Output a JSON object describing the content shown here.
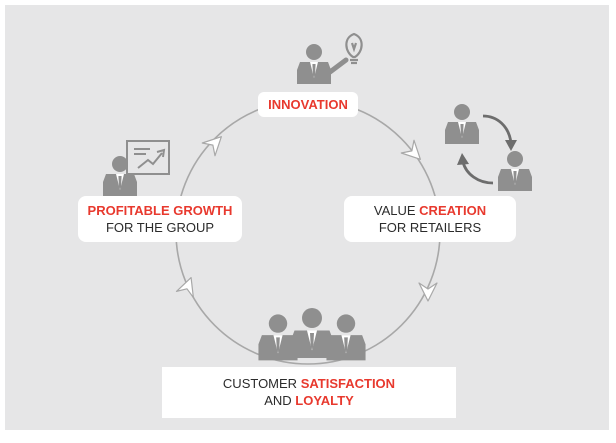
{
  "diagram": {
    "colors": {
      "background": "#e6e6e7",
      "accent_red": "#e8392e",
      "figure_gray": "#8f8f8f",
      "circle_stroke": "#a8a8a8"
    },
    "nodes": {
      "innovation": {
        "red": "INNOVATION",
        "icon": "person-with-lightbulb-icon"
      },
      "value_creation": {
        "plain": "VALUE ",
        "red": "CREATION",
        "line2": "FOR RETAILERS",
        "icon": "two-people-exchange-icon"
      },
      "profitable_growth": {
        "red": "PROFITABLE GROWTH",
        "line2": "FOR THE GROUP",
        "icon": "person-with-growth-chart-icon"
      },
      "customer_satisfaction": {
        "plain": "CUSTOMER ",
        "red": "SATISFACTION",
        "line2_plain": "AND ",
        "line2_red": "LOYALTY",
        "icon": "group-of-three-people-icon"
      }
    },
    "cycle": {
      "direction": "clockwise",
      "arrow_icon": "chevron-arrow-icon"
    }
  }
}
